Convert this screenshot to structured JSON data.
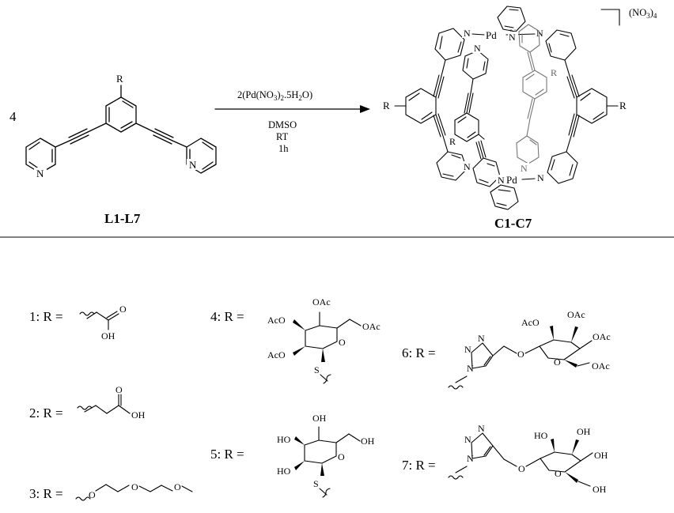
{
  "scheme": {
    "stoich": "4",
    "reagent": {
      "p1": "2(Pd(NO",
      "p1_sub": "3",
      "p2": ")",
      "p2_sub": "2",
      "p3": ".5H",
      "p3_sub": "2",
      "p4": "O)"
    },
    "conditions": [
      "DMSO",
      "RT",
      "1h"
    ],
    "ligand_label": "L1-L7",
    "complex_label": "C1-C7",
    "counterion": {
      "main": "(NO",
      "sub1": "3",
      "close": ")",
      "sub2": "4"
    },
    "atoms": {
      "R": "R",
      "N": "N",
      "Pd": "Pd",
      "O": "O",
      "OH": "OH",
      "HO": "HO",
      "OAc": "OAc",
      "AcO": "AcO",
      "S": "S"
    }
  },
  "substituents": [
    {
      "id": "1",
      "label": "1: R ="
    },
    {
      "id": "2",
      "label": "2: R ="
    },
    {
      "id": "3",
      "label": "3: R ="
    },
    {
      "id": "4",
      "label": "4: R ="
    },
    {
      "id": "5",
      "label": "5: R ="
    },
    {
      "id": "6",
      "label": "6: R ="
    },
    {
      "id": "7",
      "label": "7: R ="
    }
  ]
}
